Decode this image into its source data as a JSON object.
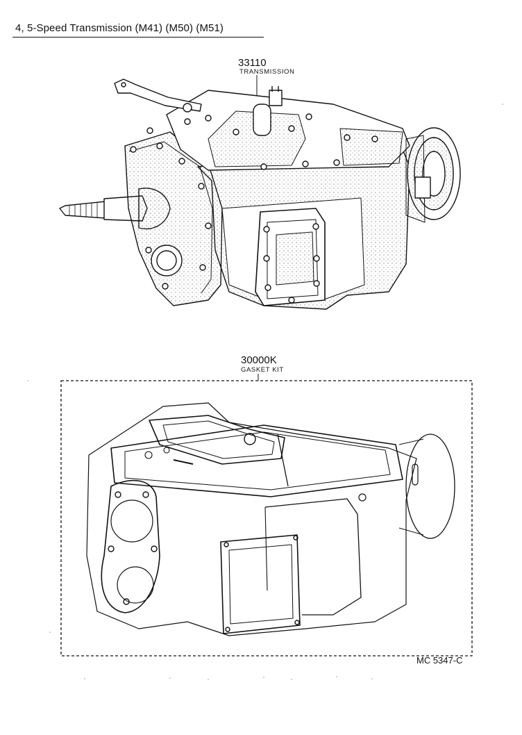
{
  "title": "4, 5-Speed Transmission (M41) (M50) (M51)",
  "parts": [
    {
      "number": "33110",
      "name": "TRANSMISSION"
    },
    {
      "number": "30000K",
      "name": "GASKET KIT"
    }
  ],
  "reference_code": "MC 5347-C",
  "colors": {
    "line": "#111111",
    "background": "#ffffff"
  }
}
